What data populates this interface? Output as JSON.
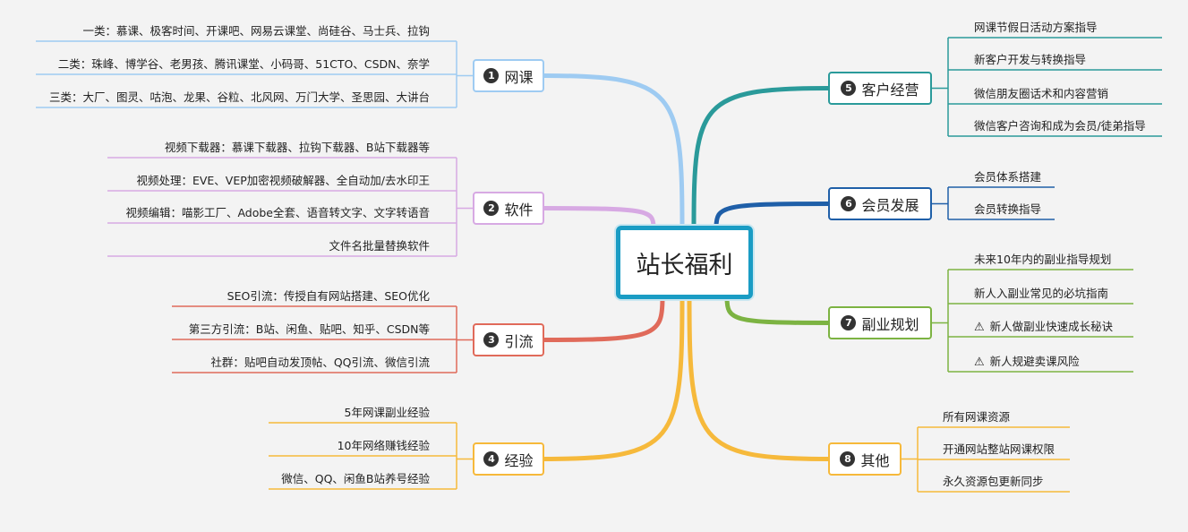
{
  "root": {
    "label": "站长福利"
  },
  "branches": [
    {
      "num": "1",
      "label": "网课",
      "color": "#9ecbf2",
      "items": [
        "一类：慕课、极客时间、开课吧、网易云课堂、尚硅谷、马士兵、拉钩",
        "二类：珠峰、博学谷、老男孩、腾讯课堂、小码哥、51CTO、CSDN、奈学",
        "三类：大厂、图灵、咕泡、龙果、谷粒、北风网、万门大学、圣思园、大讲台"
      ]
    },
    {
      "num": "2",
      "label": "软件",
      "color": "#d7a9e3",
      "items": [
        "视频下载器：慕课下载器、拉钩下载器、B站下载器等",
        "视频处理：EVE、VEP加密视频破解器、全自动加/去水印王",
        "视频编辑：喵影工厂、Adobe全套、语音转文字、文字转语音",
        "文件名批量替换软件"
      ]
    },
    {
      "num": "3",
      "label": "引流",
      "color": "#e06a5a",
      "items": [
        "SEO引流：传授自有网站搭建、SEO优化",
        "第三方引流：B站、闲鱼、贴吧、知乎、CSDN等",
        "社群：贴吧自动发顶帖、QQ引流、微信引流"
      ]
    },
    {
      "num": "4",
      "label": "经验",
      "color": "#f6b93b",
      "items": [
        "5年网课副业经验",
        "10年网络赚钱经验",
        "微信、QQ、闲鱼B站养号经验"
      ]
    },
    {
      "num": "5",
      "label": "客户经营",
      "color": "#2a9a9a",
      "items": [
        "网课节假日活动方案指导",
        "新客户开发与转换指导",
        "微信朋友圈话术和内容营销",
        "微信客户咨询和成为会员/徒弟指导"
      ]
    },
    {
      "num": "6",
      "label": "会员发展",
      "color": "#1f5fa8",
      "items": [
        "会员体系搭建",
        "会员转换指导"
      ]
    },
    {
      "num": "7",
      "label": "副业规划",
      "color": "#7cb342",
      "items": [
        "未来10年内的副业指导规划",
        "新人入副业常见的必坑指南",
        "新人做副业快速成长秘诀",
        "新人规避卖课风险"
      ],
      "warn": [
        false,
        false,
        true,
        true
      ]
    },
    {
      "num": "8",
      "label": "其他",
      "color": "#f6b93b",
      "items": [
        "所有网课资源",
        "开通网站整站网课权限",
        "永久资源包更新同步"
      ]
    }
  ],
  "warning_icon": "warning-triangle-icon"
}
